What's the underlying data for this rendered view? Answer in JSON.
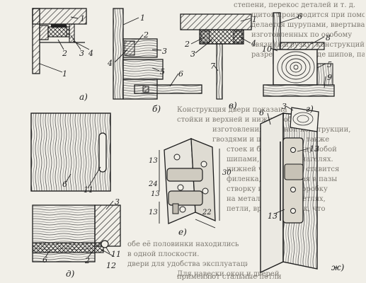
{
  "figure": {
    "panels": [
      {
        "id": "a",
        "caption": "а)",
        "labels": [
          "1",
          "2",
          "3",
          "4",
          "1"
        ]
      },
      {
        "id": "b",
        "caption": "б)",
        "labels": [
          "1",
          "2",
          "3",
          "4",
          "5",
          "6"
        ]
      },
      {
        "id": "v",
        "caption": "в)",
        "labels": [
          "1",
          "2",
          "3",
          "4",
          "7"
        ]
      },
      {
        "id": "g",
        "caption": "г)",
        "labels": [
          "6",
          "8",
          "10",
          "5",
          "9"
        ]
      },
      {
        "id": "d",
        "caption": "д)",
        "labels": [
          "6",
          "11",
          "3",
          "6",
          "2",
          "12",
          "11"
        ]
      },
      {
        "id": "e",
        "caption": "е)",
        "dimensions": [
          "13",
          "24",
          "13",
          "13",
          "30",
          "22"
        ]
      },
      {
        "id": "zh",
        "caption": "ж)",
        "labels": [
          "6",
          "3",
          "13",
          "13"
        ]
      }
    ]
  },
  "page_text": [
    "степени, перекос деталей и т. д.",
    "щитов производится при помощи",
    "делается шурупами, ввертывае-",
    "изготовленных по особому",
    "связи (нагрузку) конструкций",
    "разрешается в виде шипов, пазов",
    "Конструкция двери показана",
    "стойки и верхней и нижней обвязки",
    "изготовления прочной конструкции,",
    "гвоздями и шурупами, а также",
    "стоек и брусков между собой",
    "шипами, на клею и нагелях.",
    "нижней части двери ставится",
    "филенка, вставленная в пазы",
    "створку врезают в коробку",
    "на металлических петлях,",
    "петли, врезанные так, что",
    "обе её половинки находились",
    "в одной плоскости.",
    "двери для удобства эксплуатации",
    "Для навески окон и дверей",
    "применяют стальные петли"
  ]
}
